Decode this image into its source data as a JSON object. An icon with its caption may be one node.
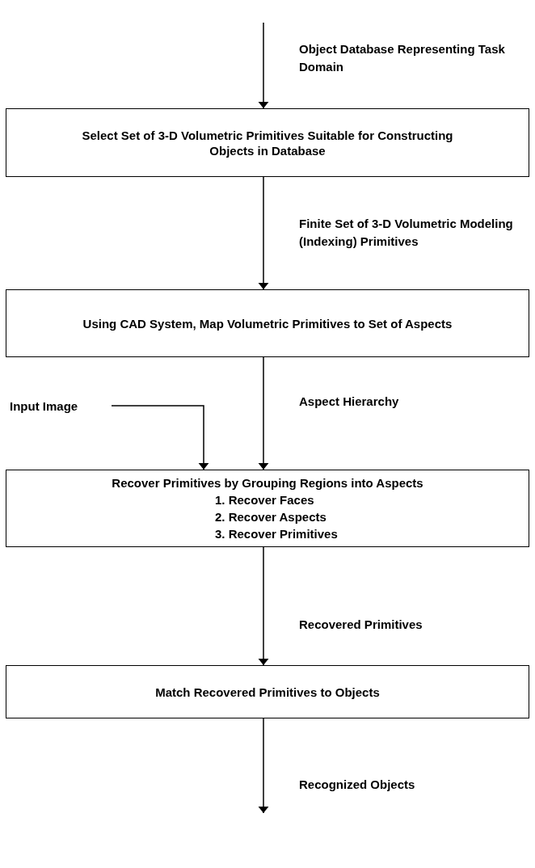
{
  "diagram": {
    "nodes": [
      {
        "text": [
          "Select Set of 3-D Volumetric Primitives Suitable for Constructing Objects in Database"
        ]
      },
      {
        "text": [
          "Using CAD System, Map Volumetric Primitives to Set of Aspects"
        ]
      },
      {
        "text": [
          "Input Image"
        ]
      },
      {
        "text": [
          "Recover Primitives by Grouping Regions into Aspects",
          "1. Recover Faces",
          "2. Recover Aspects",
          "3. Recover Primitives"
        ]
      },
      {
        "text": [
          "Match Recovered Primitives to Objects"
        ]
      }
    ],
    "edges": [
      {
        "from": null,
        "to": 0,
        "arrow": "to",
        "label": "Object Database Representing Task Domain"
      },
      {
        "from": 0,
        "to": 1,
        "arrow": "to",
        "label": "Finite Set of 3-D Volumetric Modeling (Indexing) Primitives"
      },
      {
        "from": 1,
        "to": 3,
        "arrow": "to",
        "label": "Aspect Hierarchy"
      },
      {
        "from": 2,
        "to": 3,
        "arrow": "to"
      },
      {
        "from": 3,
        "to": 4,
        "arrow": "to",
        "label": "Recovered Primitives"
      },
      {
        "from": 4,
        "to": null,
        "arrow": "to",
        "label": "Recognized Objects"
      }
    ]
  }
}
